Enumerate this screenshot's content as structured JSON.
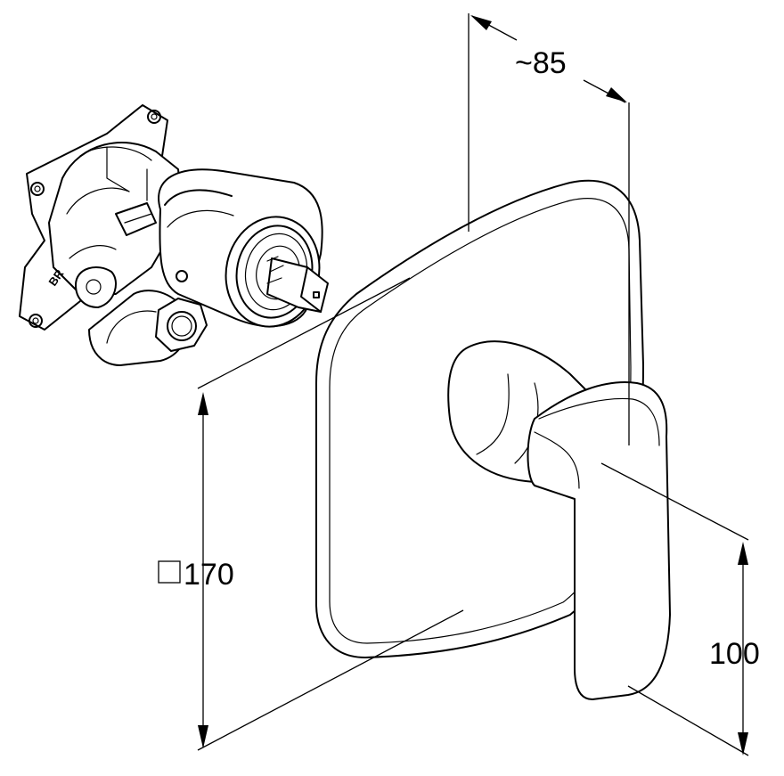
{
  "dimensions": {
    "depth": "~85",
    "plate_size_value": "170",
    "plate_size_symbol": "square-symbol",
    "lever_height": "100"
  },
  "valve_marking": "BR",
  "colors": {
    "line": "#000000",
    "background": "#ffffff"
  }
}
